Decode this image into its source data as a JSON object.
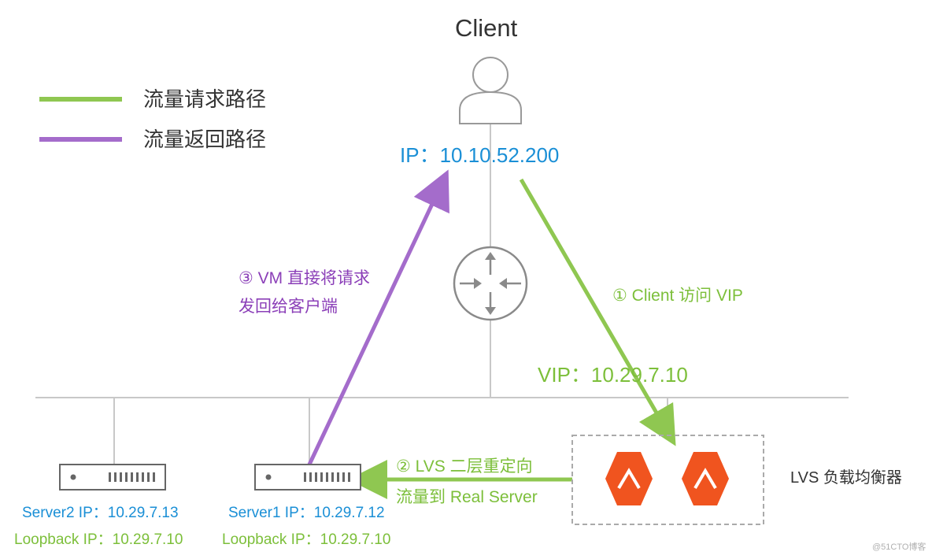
{
  "legend": [
    {
      "label": "流量请求路径",
      "color": "#8fc751"
    },
    {
      "label": "流量返回路径",
      "color": "#a46ccb"
    }
  ],
  "client": {
    "title": "Client",
    "ip": "IP：10.10.52.200",
    "icon": "user-icon"
  },
  "router": {
    "icon": "router-icon"
  },
  "steps": {
    "step1": "① Client 访问 VIP",
    "step2_line1": "② LVS 二层重定向",
    "step2_line2": "流量到 Real Server",
    "step3_line1": "③ VM 直接将请求",
    "step3_line2": "发回给客户端"
  },
  "vip": "VIP：10.29.7.10",
  "lvs": {
    "label": "LVS 负载均衡器",
    "icon": "lvs-icon"
  },
  "server1": {
    "ip": "Server1 IP：10.29.7.12",
    "loopback": "Loopback IP：10.29.7.10",
    "icon": "server-icon"
  },
  "server2": {
    "ip": "Server2 IP：10.29.7.13",
    "loopback": "Loopback IP：10.29.7.10",
    "icon": "server-icon"
  },
  "watermark": "@51CTO博客",
  "colors": {
    "request": "#8fc751",
    "return": "#a46ccb",
    "ip_text": "#1a8fd6",
    "lvs_icon": "#f0541f",
    "line": "#c8c8c8"
  }
}
